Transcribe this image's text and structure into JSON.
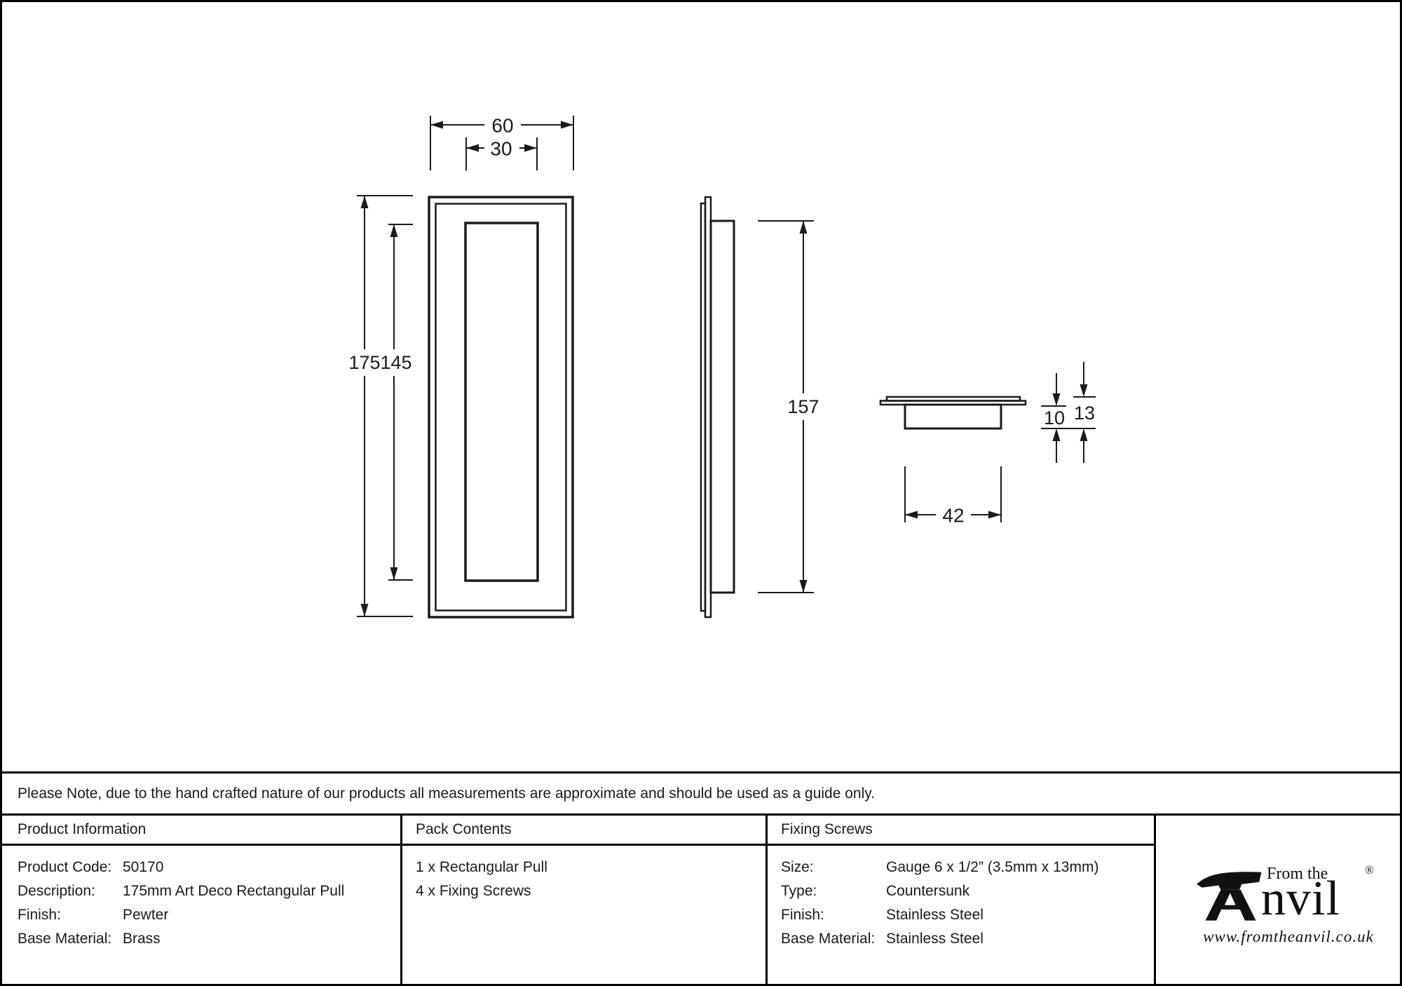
{
  "note": "Please Note, due to the hand crafted nature of our products all measurements are approximate and should be used as a guide only.",
  "dimensions": {
    "front_width": "60",
    "front_inner_width": "30",
    "front_height": "175",
    "front_inner_height": "145",
    "side_height": "157",
    "cup_width": "42",
    "cup_depth": "10",
    "overall_depth": "13"
  },
  "table": {
    "product_information": {
      "title": "Product Information",
      "rows": [
        {
          "label": "Product Code:",
          "value": "50170"
        },
        {
          "label": "Description:",
          "value": "175mm Art Deco Rectangular Pull"
        },
        {
          "label": "Finish:",
          "value": "Pewter"
        },
        {
          "label": "Base Material:",
          "value": "Brass"
        }
      ]
    },
    "pack_contents": {
      "title": "Pack Contents",
      "items": [
        "1 x Rectangular Pull",
        "4 x Fixing Screws"
      ]
    },
    "fixing_screws": {
      "title": "Fixing Screws",
      "rows": [
        {
          "label": "Size:",
          "value": "Gauge 6 x 1/2” (3.5mm x 13mm)"
        },
        {
          "label": "Type:",
          "value": "Countersunk"
        },
        {
          "label": "Finish:",
          "value": "Stainless Steel"
        },
        {
          "label": "Base Material:",
          "value": "Stainless Steel"
        }
      ]
    }
  },
  "logo": {
    "from_the": "From the",
    "brand_suffix": "nvil",
    "registered": "®",
    "url": "www.fromtheanvil.co.uk"
  }
}
